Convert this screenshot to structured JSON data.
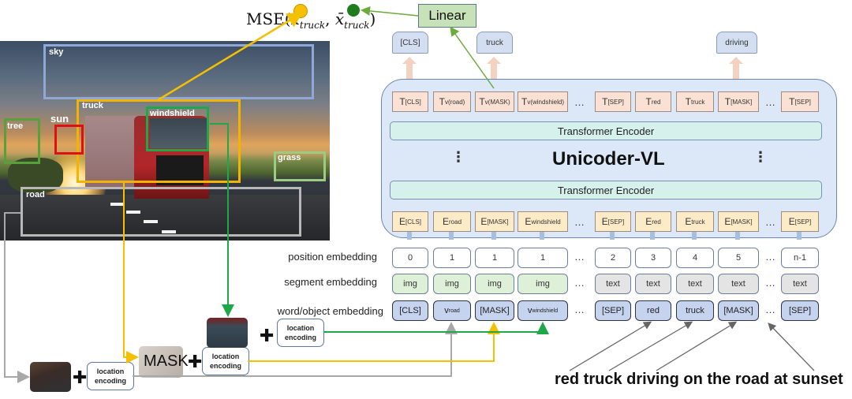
{
  "loss": {
    "label": "MSE(",
    "x": "x",
    "xbar": "x̄",
    "sub": "truck",
    "sep": ", ",
    "close": ")",
    "target_dot_color": "#f5c000",
    "pred_dot_color": "#1e7b1e"
  },
  "linear": {
    "label": "Linear"
  },
  "outputs": [
    {
      "label": "[CLS]"
    },
    {
      "label": "truck"
    },
    {
      "label": "driving"
    }
  ],
  "model": {
    "title": "Unicoder-VL",
    "encoder_label": "Transformer Encoder",
    "vdots": "⋮",
    "ellipsis": "…",
    "top_tokens": [
      {
        "base": "T",
        "sub": "[CLS]"
      },
      {
        "base": "T",
        "sub": "v(road)"
      },
      {
        "base": "T",
        "sub": "v(MASK)"
      },
      {
        "base": "T",
        "sub": "v(windshield)"
      },
      {
        "base": "T",
        "sub": "[SEP]"
      },
      {
        "base": "T",
        "sub": "red"
      },
      {
        "base": "T",
        "sub": "truck"
      },
      {
        "base": "T",
        "sub": "[MASK]"
      },
      {
        "base": "T",
        "sub": "[SEP]"
      }
    ],
    "bottom_tokens": [
      {
        "base": "E",
        "sub": "[CLS]"
      },
      {
        "base": "E",
        "sub": "road"
      },
      {
        "base": "E",
        "sub": "[MASK]"
      },
      {
        "base": "E",
        "sub": "windshield"
      },
      {
        "base": "E",
        "sub": "[SEP]"
      },
      {
        "base": "E",
        "sub": "red"
      },
      {
        "base": "E",
        "sub": "truck"
      },
      {
        "base": "E",
        "sub": "[MASK]"
      },
      {
        "base": "E",
        "sub": "[SEP]"
      }
    ]
  },
  "embeddings": {
    "position_label": "position embedding",
    "segment_label": "segment embedding",
    "word_label": "word/object embedding",
    "position": [
      "0",
      "1",
      "1",
      "1",
      "2",
      "3",
      "4",
      "5",
      "n-1"
    ],
    "segment": [
      "img",
      "img",
      "img",
      "img",
      "text",
      "text",
      "text",
      "text",
      "text"
    ],
    "word": [
      {
        "base": "[CLS]",
        "sub": ""
      },
      {
        "base": "v",
        "sub": "road"
      },
      {
        "base": "[MASK]",
        "sub": ""
      },
      {
        "base": "v",
        "sub": "windshield"
      },
      {
        "base": "[SEP]",
        "sub": ""
      },
      {
        "base": "red",
        "sub": ""
      },
      {
        "base": "truck",
        "sub": ""
      },
      {
        "base": "[MASK]",
        "sub": ""
      },
      {
        "base": "[SEP]",
        "sub": ""
      }
    ]
  },
  "image": {
    "regions": [
      {
        "label": "sky",
        "color": "#8fa8d8"
      },
      {
        "label": "truck",
        "color": "#f2b400"
      },
      {
        "label": "windshield",
        "color": "#1fa84a"
      },
      {
        "label": "sun",
        "color": "#e01010"
      },
      {
        "label": "tree",
        "color": "#5aa03a"
      },
      {
        "label": "grass",
        "color": "#9ccc80"
      },
      {
        "label": "road",
        "color": "#b8b8b8"
      }
    ]
  },
  "objects": {
    "plus": "✚",
    "mask_label": "MASK",
    "location_encoding": "location encoding"
  },
  "sentence": "red truck driving on the road at sunset",
  "colors": {
    "gray_wire": "#a8a8a8",
    "yellow_wire": "#f5c000",
    "green_wire": "#1fa84a",
    "linear_wire": "#6aab3a",
    "text_arrow": "#666666"
  }
}
